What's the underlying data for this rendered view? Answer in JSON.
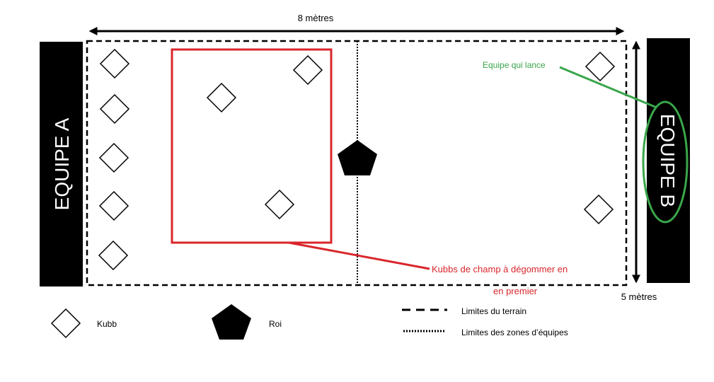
{
  "dimensions": {
    "width_label": "8 mètres",
    "height_label": "5 mètres"
  },
  "teams": {
    "a": "EQUIPE A",
    "b": "EQUIPE B"
  },
  "annotations": {
    "throwing_team": "Equipe qui lance",
    "field_kubbs_line1": "Kubbs de champ  à dégommer en",
    "field_kubbs_line2": "en premier"
  },
  "legend": {
    "kubb": "Kubb",
    "king": "Roi",
    "field_limits": "Limites du terrain",
    "team_zone_limits": "Limites des zones d’équipes"
  },
  "colors": {
    "field_kubb_box": "#d9262b",
    "throwing_team_marker": "#3aa64a",
    "ink": "#000000"
  }
}
